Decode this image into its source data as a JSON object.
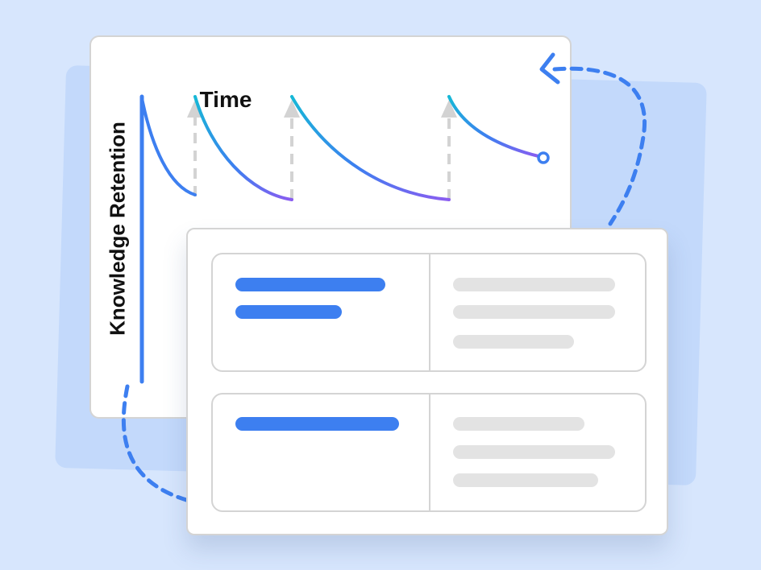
{
  "chart": {
    "x_label": "Time",
    "y_label": "Knowledge Retention"
  },
  "colors": {
    "background": "#d7e6fd",
    "back_panel": "#c3d9fb",
    "accent_blue": "#3d7ff0",
    "curve_start": "#16b8d6",
    "curve_end": "#8a5cf0",
    "dashed_arrow": "#d3d3d3",
    "placeholder_gray": "#e3e3e3"
  },
  "icons": {
    "cycle_arrows": "dashed-curved-arrow-icon",
    "chevron": "chevron-left-icon"
  },
  "table": {
    "rows": 2,
    "columns": 2
  }
}
